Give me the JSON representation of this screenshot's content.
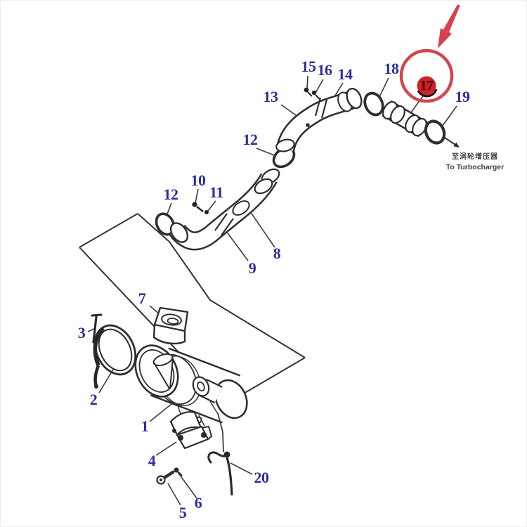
{
  "colors": {
    "label": "#2d2d9e",
    "line_art": "#2e2e2e",
    "highlight_red": "#d5454f",
    "highlight_fill": "#cf2128"
  },
  "annotation": {
    "line1": "至涡轮增压器",
    "line2": "To Turbocharger"
  },
  "highlighted_part": "17",
  "callouts": {
    "c1": "1",
    "c2": "2",
    "c3": "3",
    "c4": "4",
    "c5": "5",
    "c6": "6",
    "c7": "7",
    "c8": "8",
    "c9": "9",
    "c10": "10",
    "c11": "11",
    "c12_lower": "12",
    "c12_upper": "12",
    "c13": "13",
    "c14": "14",
    "c15": "15",
    "c16": "16",
    "c17": "17",
    "c18": "18",
    "c19": "19",
    "c20": "20"
  }
}
